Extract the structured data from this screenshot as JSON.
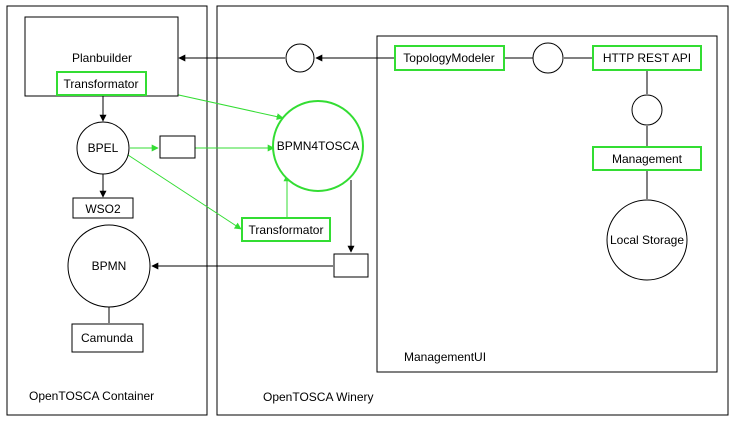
{
  "containers": {
    "container": "OpenTOSCA Container",
    "winery": "OpenTOSCA Winery",
    "management_ui": "ManagementUI"
  },
  "nodes": {
    "planbuilder": "Planbuilder",
    "transformator_top": "Transformator",
    "bpel": "BPEL",
    "wso2": "WSO2",
    "bpmn": "BPMN",
    "camunda": "Camunda",
    "bpmn4tosca": "BPMN4TOSCA",
    "transformator_mid": "Transformator",
    "topology_modeler": "TopologyModeler",
    "http_rest_api": "HTTP REST API",
    "management": "Management",
    "local_storage": "Local Storage"
  },
  "colors": {
    "line": "#000000",
    "highlight": "#33dd33",
    "background": "#ffffff"
  }
}
